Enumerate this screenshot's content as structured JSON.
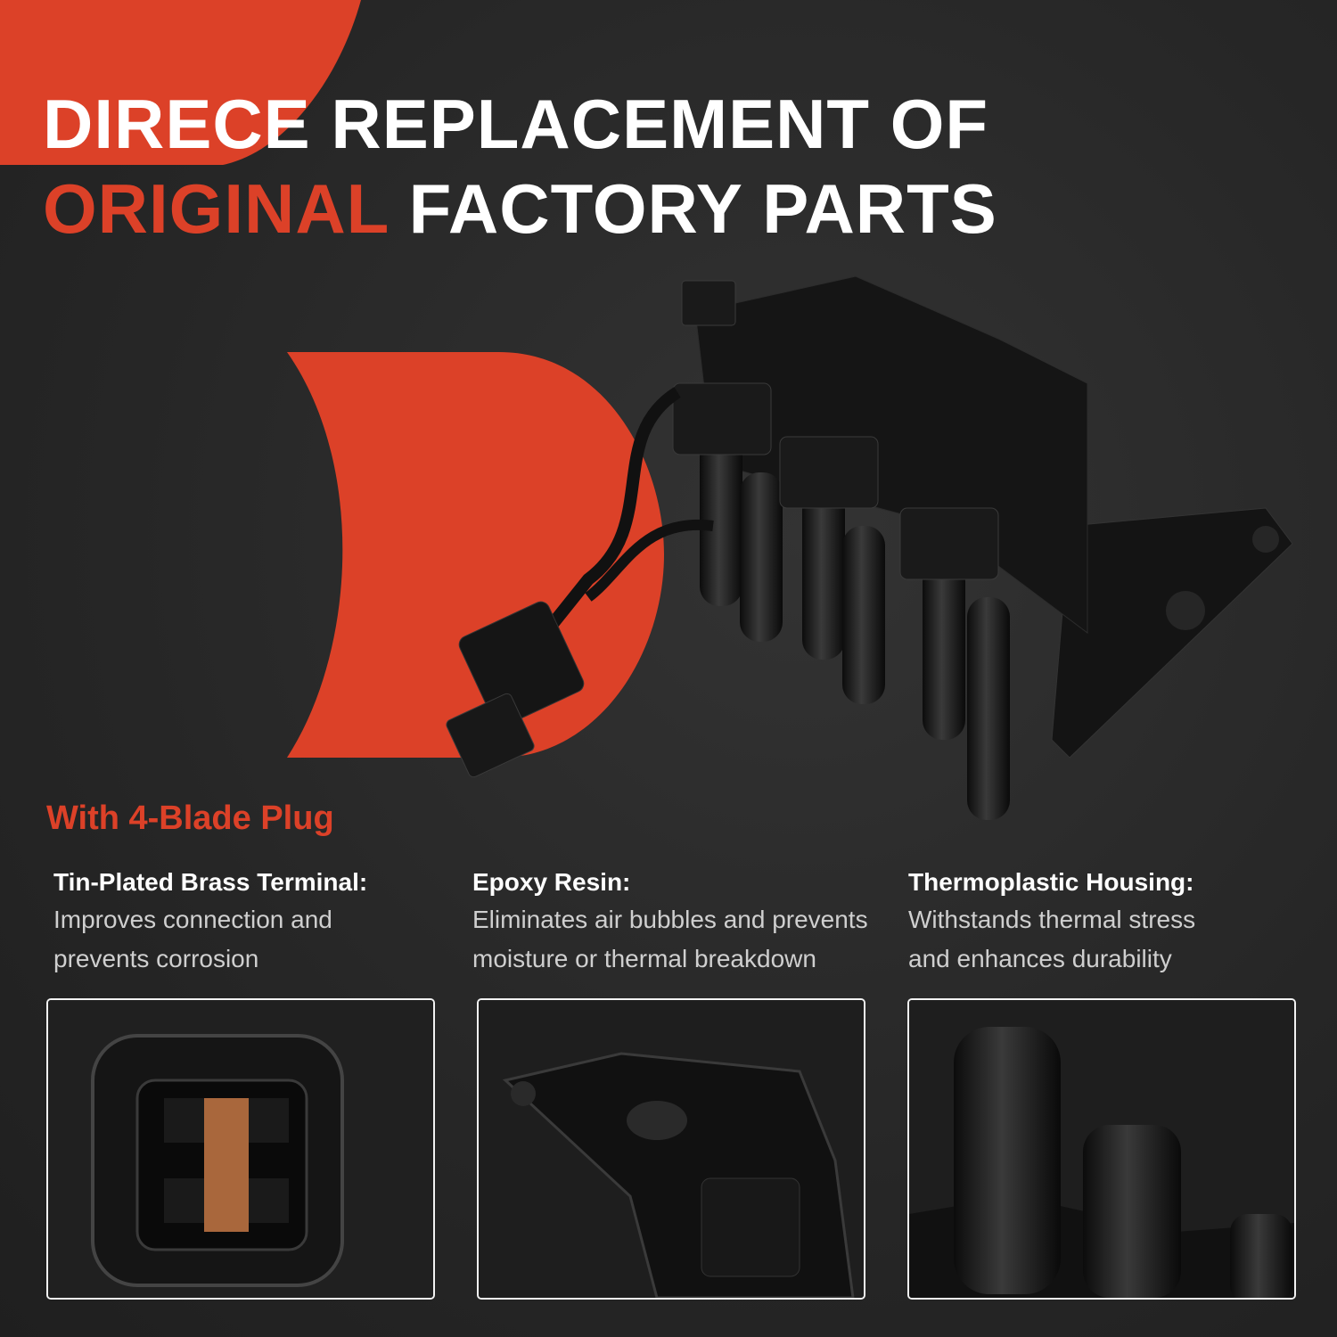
{
  "headline": {
    "line1_accent": "DIRECE",
    "line1_rest": "REPLACEMENT OF",
    "line2_accent": "ORIGINAL",
    "line2_rest": "FACTORY PARTS"
  },
  "subtitle": "With 4-Blade Plug",
  "features": [
    {
      "title": "Tin-Plated Brass Terminal:",
      "line1": "Improves connection and",
      "line2": "prevents corrosion"
    },
    {
      "title": "Epoxy Resin:",
      "line1": "Eliminates air bubbles and prevents",
      "line2": "moisture or thermal breakdown"
    },
    {
      "title": "Thermoplastic Housing:",
      "line1": "Withstands thermal stress",
      "line2": "and enhances durability"
    }
  ],
  "colors": {
    "accent": "#dc4128",
    "background": "#262626",
    "text": "#ffffff"
  }
}
